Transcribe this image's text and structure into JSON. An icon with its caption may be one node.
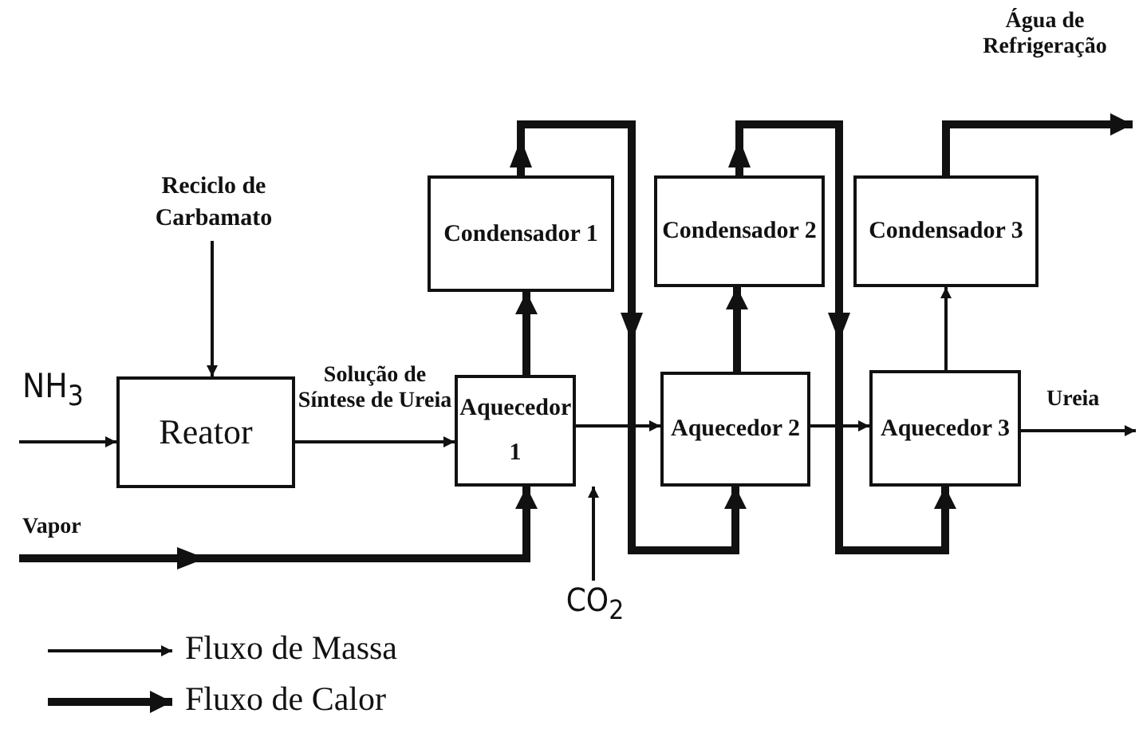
{
  "diagram": {
    "nodes": [
      {
        "text": [
          "Reciclo de Carbamato"
        ]
      },
      {
        "text": [
          "Reator"
        ]
      },
      {
        "text": [
          "Aquecedor 1"
        ]
      },
      {
        "text": [
          "Condensador 1"
        ]
      },
      {
        "text": [
          "Aquecedor 2"
        ]
      },
      {
        "text": [
          "Condensador 2"
        ]
      },
      {
        "text": [
          "Aquecedor 3"
        ]
      },
      {
        "text": [
          "Condensador 3"
        ]
      },
      {
        "text": [
          "CO$_{2}$"
        ]
      }
    ],
    "edges": [
      {
        "from": null,
        "to": 1,
        "arrow": "to",
        "label": "NH$_{3}$"
      },
      {
        "from": 0,
        "to": 1,
        "arrow": "to"
      },
      {
        "from": 1,
        "to": 2,
        "arrow": "to",
        "label": "Solução de Síntese de Ureia"
      },
      {
        "from": null,
        "to": 2,
        "arrow": "to",
        "label": "Vapor",
        "style": "thick"
      },
      {
        "from": 8,
        "to": 2,
        "arrow": "to"
      },
      {
        "from": 2,
        "to": 3,
        "arrow": "to",
        "style": "thick"
      },
      {
        "from": 3,
        "to": 4,
        "arrow": "to",
        "style": "thick"
      },
      {
        "from": 2,
        "to": 4,
        "arrow": "to"
      },
      {
        "from": 4,
        "to": 5,
        "arrow": "to",
        "style": "thick"
      },
      {
        "from": 5,
        "to": 6,
        "arrow": "to",
        "style": "thick"
      },
      {
        "from": 4,
        "to": 6,
        "arrow": "to"
      },
      {
        "from": 6,
        "to": 7,
        "arrow": "to"
      },
      {
        "from": 7,
        "to": null,
        "arrow": "to",
        "label": "Água de Refrigeração",
        "style": "thick"
      },
      {
        "from": 6,
        "to": null,
        "arrow": "to",
        "label": "Ureia"
      }
    ],
    "legend": [
      {
        "text": "Fluxo de Massa"
      },
      {
        "text": "Fluxo de Calor"
      }
    ]
  }
}
